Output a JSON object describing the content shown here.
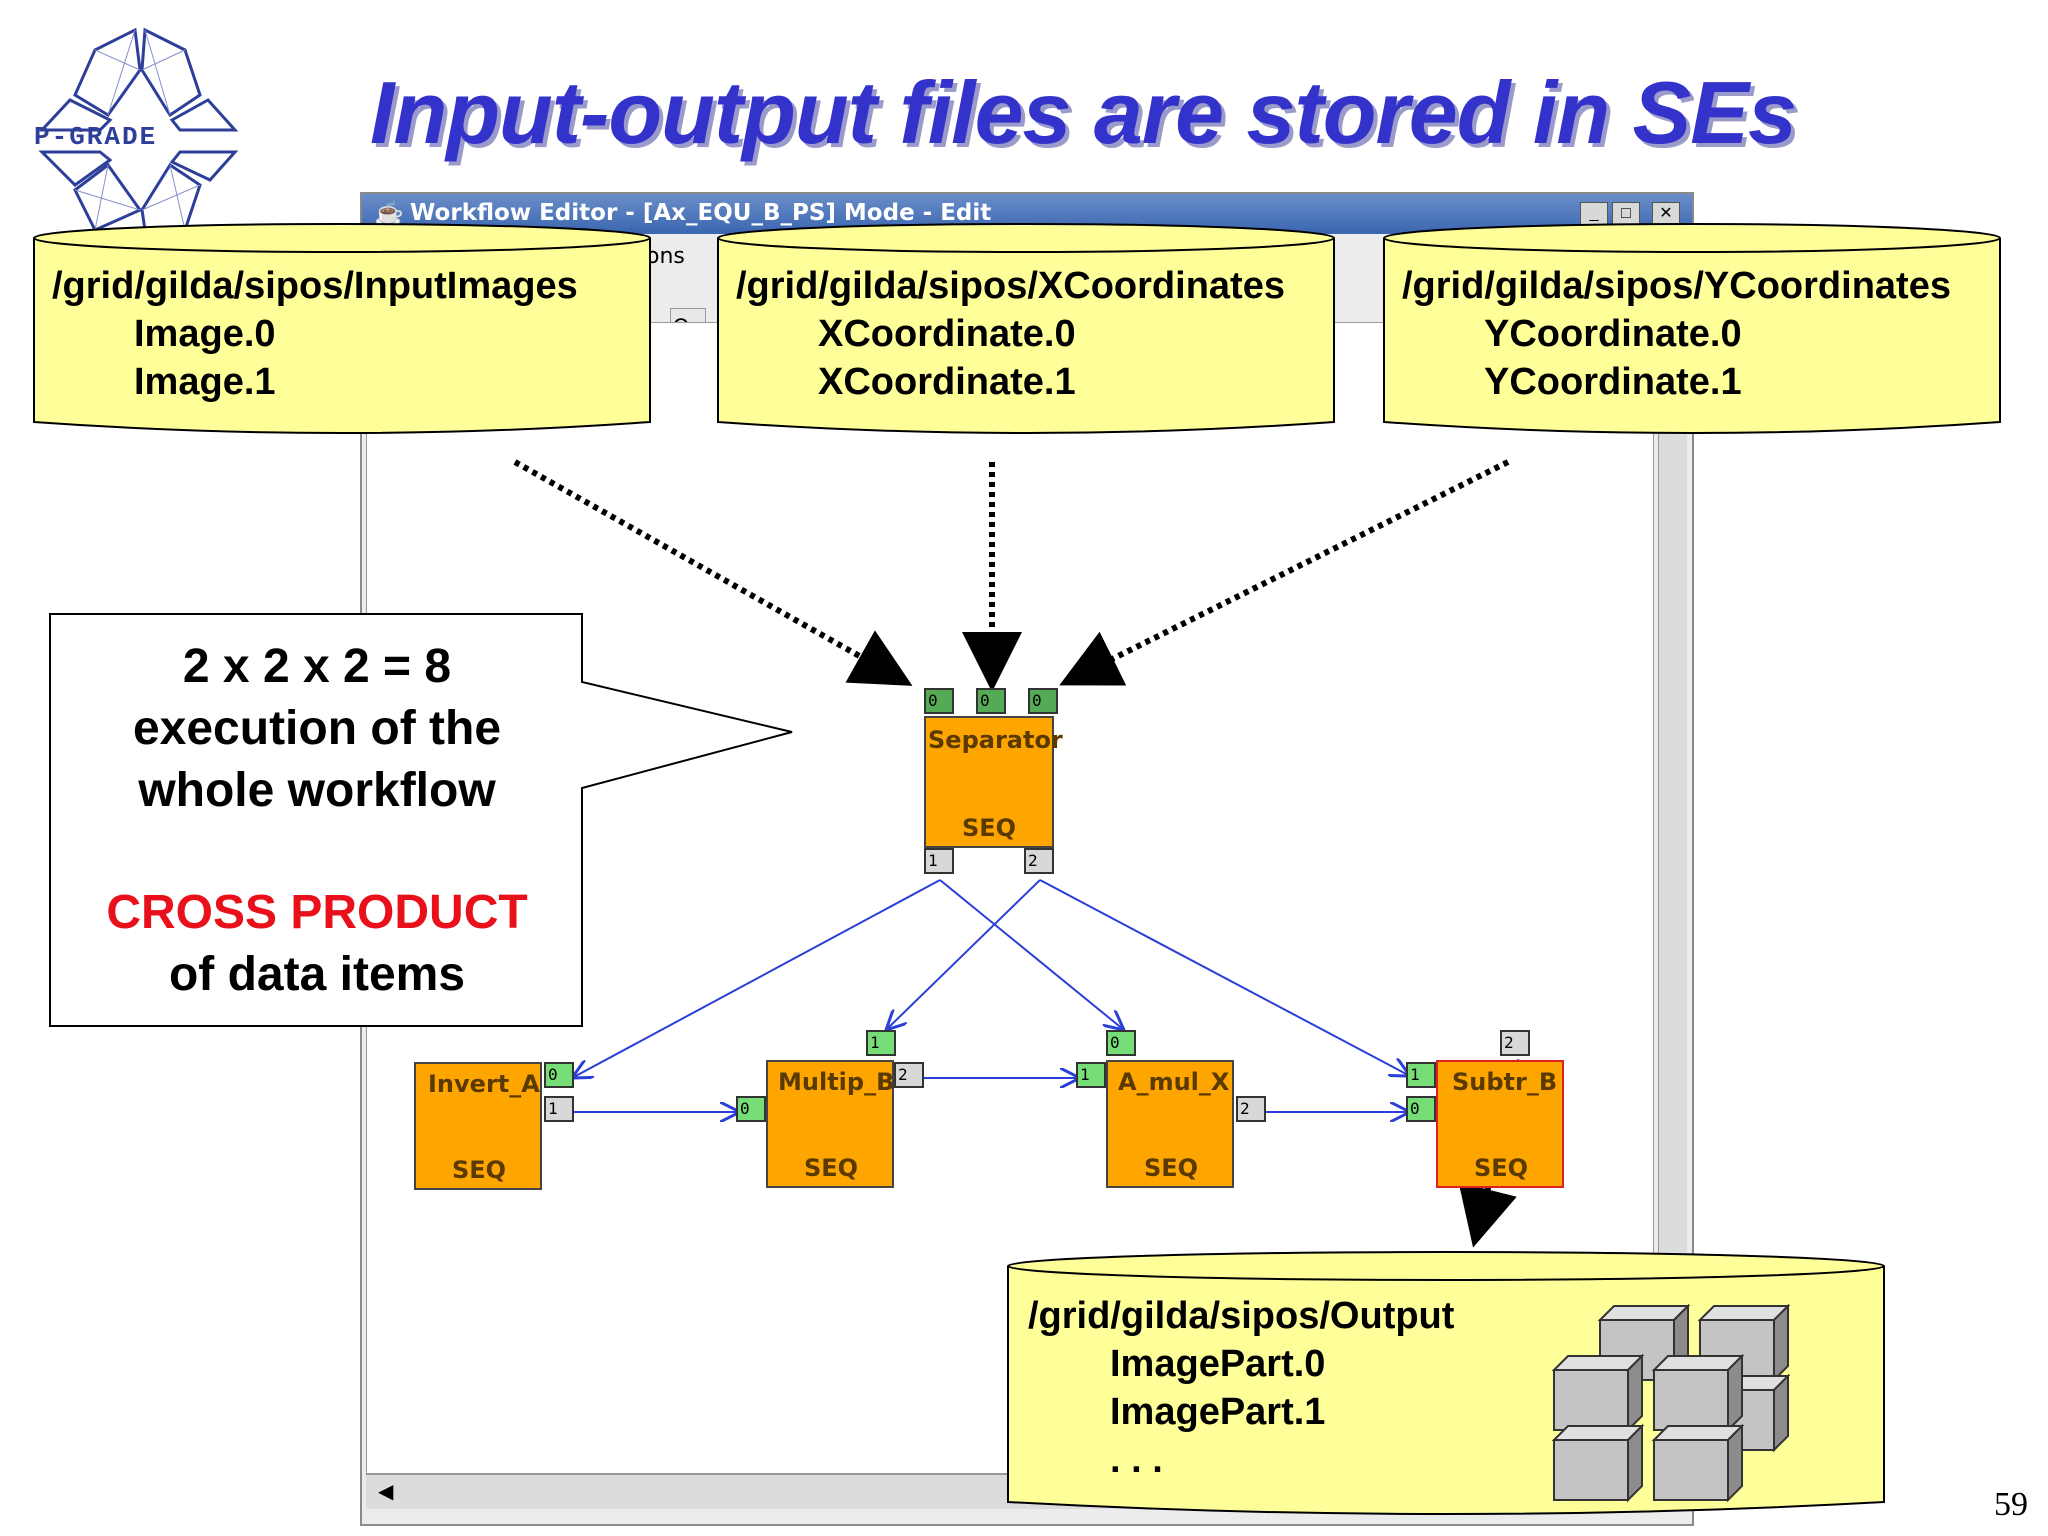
{
  "slide": {
    "title": "Input-output files are stored in SEs",
    "logo_text": "P-GRADE",
    "page_number": "59"
  },
  "window": {
    "title": "Workflow Editor - [Ax_EQU_B_PS] Mode - Edit",
    "menu_partial": "ons",
    "toolbar_partial": "On",
    "btn_minimize": "_",
    "btn_maximize": "□",
    "btn_close": "✕",
    "scroll_left": "◀"
  },
  "storage": {
    "input_images": {
      "path": "/grid/gilda/sipos/InputImages",
      "items": [
        "Image.0",
        "Image.1"
      ]
    },
    "x_coords": {
      "path": "/grid/gilda/sipos/XCoordinates",
      "items": [
        "XCoordinate.0",
        "XCoordinate.1"
      ]
    },
    "y_coords": {
      "path": "/grid/gilda/sipos/YCoordinates",
      "items": [
        "YCoordinate.0",
        "YCoordinate.1"
      ]
    },
    "output": {
      "path": "/grid/gilda/sipos/Output",
      "items": [
        "ImagePart.0",
        "ImagePart.1",
        ". . ."
      ]
    }
  },
  "callout": {
    "line1": "2 x 2 x 2 = 8",
    "line2": "execution of the",
    "line3": "whole workflow",
    "emphasis": "CROSS PRODUCT",
    "line4": "of data items",
    "emphasis_color": "#e8101a"
  },
  "workflow": {
    "separator": {
      "name": "Separator",
      "type": "SEQ",
      "in_ports": [
        "0",
        "0",
        "0"
      ],
      "out_ports": [
        "1",
        "2"
      ]
    },
    "invert_a": {
      "name": "Invert_A",
      "type": "SEQ",
      "ports": [
        "0",
        "1"
      ]
    },
    "multip_b": {
      "name": "Multip_B",
      "type": "SEQ",
      "in_ports": [
        "1",
        "0"
      ],
      "out_ports": [
        "2"
      ]
    },
    "a_mul_x": {
      "name": "A_mul_X",
      "type": "SEQ",
      "in_ports": [
        "0",
        "1"
      ],
      "out_ports": [
        "2"
      ]
    },
    "subtr_b": {
      "name": "Subtr_B",
      "type": "SEQ",
      "in_ports": [
        "1",
        "0"
      ],
      "out_ports": [
        "2"
      ]
    }
  },
  "colors": {
    "title": "#3333cc",
    "cylinder_fill": "#ffff99",
    "node_fill": "#ffa500",
    "edge": "#2a3fd8"
  },
  "icons": [
    "java-cup-icon",
    "grid-cubes-icon",
    "p-grade-logo"
  ]
}
